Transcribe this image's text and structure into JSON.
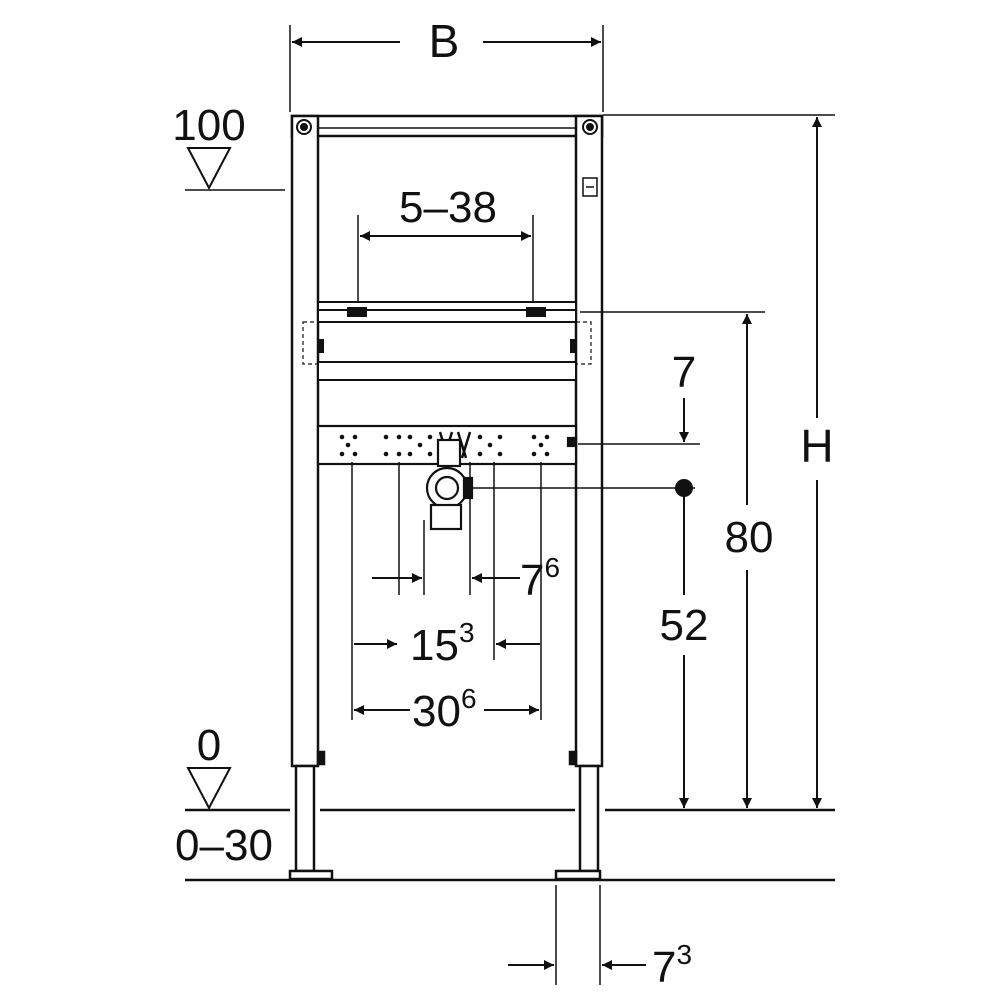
{
  "dims": {
    "width_label": "B",
    "height_label": "H",
    "level_top": "100",
    "level_zero": "0",
    "floor_range": "0–30",
    "bracket_range": "5–38",
    "offset_7": "7",
    "height_80": "80",
    "height_52": "52",
    "spacing_a_base": "7",
    "spacing_a_sup": "6",
    "spacing_b_base": "15",
    "spacing_b_sup": "3",
    "spacing_c_base": "30",
    "spacing_c_sup": "6",
    "foot_base": "7",
    "foot_sup": "3"
  },
  "colors": {
    "line": "#111111",
    "frame_fill": "#ffffff"
  }
}
